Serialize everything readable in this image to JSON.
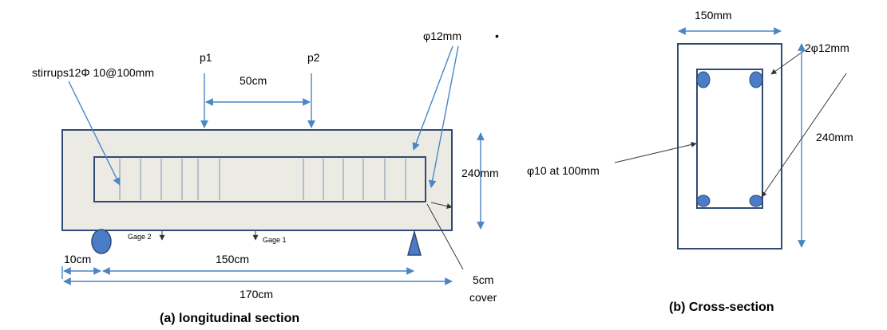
{
  "longitudinal": {
    "stirrups_label": "stirrups12Φ 10@100mm",
    "p1": "p1",
    "p2": "p2",
    "load_spacing": "50cm",
    "bar_label": "φ12mm",
    "dot": "•",
    "depth_label": "240mm",
    "gage2": "Gage 2",
    "gage1": "Gage 1",
    "overhang_label": "10cm",
    "span_label": "150cm",
    "total_label": "170cm",
    "cover_label_1": "5cm",
    "cover_label_2": "cover",
    "caption": "(a) longitudinal section"
  },
  "cross": {
    "width_label": "150mm",
    "top_bars_label": "2φ12mm",
    "depth_label": "240mm",
    "stirrup_label": "φ10 at 100mm",
    "caption": "(b) Cross-section"
  },
  "colors": {
    "beam_fill": "#ecebe3",
    "beam_stroke": "#2f4a75",
    "dimension": "#4a86c5",
    "rebar": "#4a7cc7"
  }
}
